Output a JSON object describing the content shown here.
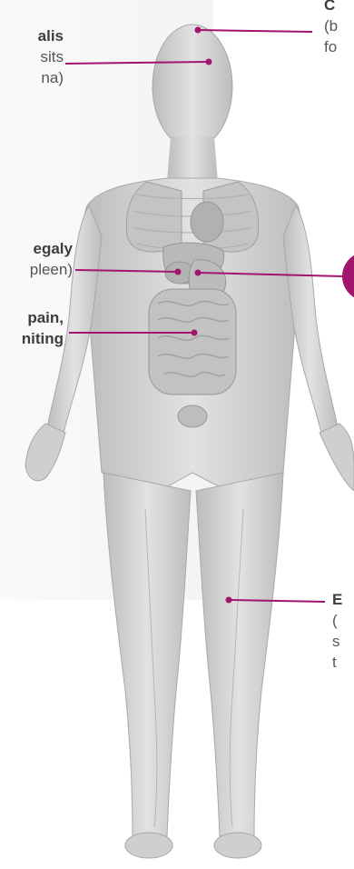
{
  "colors": {
    "leader": "#a3146f",
    "callout_dot": "#a3146f",
    "body_fill": "#d6d6d6",
    "body_shade": "#9c9c9c",
    "organ_fill": "#bdbdbd",
    "label_text": "#3d3d3d",
    "side_panel": "#f2f2f2"
  },
  "labels": {
    "top_left": {
      "line1": "alis",
      "line2": "sits",
      "line3": "na)"
    },
    "spleen": {
      "line1": "egaly",
      "line2": "pleen)"
    },
    "abdomen": {
      "line1": "pain,",
      "line2": "niting"
    },
    "head_right": {
      "line1": "C",
      "line2": "(b",
      "line3": "fo"
    },
    "leg_right": {
      "line1": "E",
      "line2": "(",
      "line3": "s",
      "line4": "t"
    }
  },
  "icons": [
    "callout-dot"
  ]
}
